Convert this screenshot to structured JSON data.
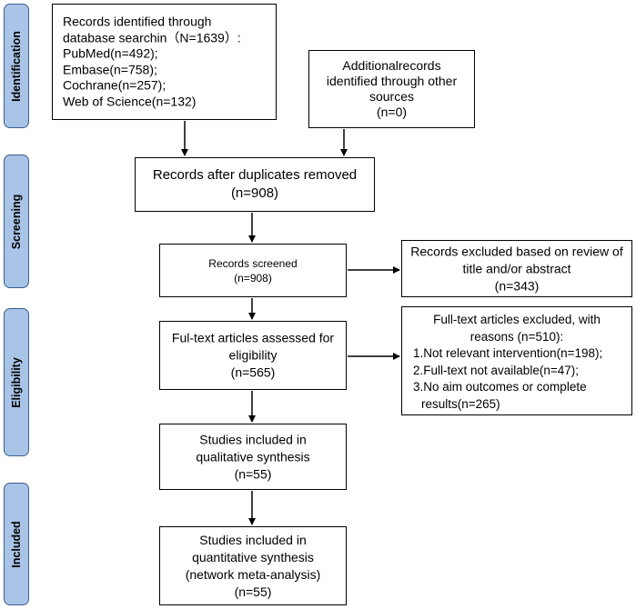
{
  "phases": {
    "identification": "Identification",
    "screening": "Screening",
    "eligibility": "Eligibility",
    "included": "Included"
  },
  "boxes": {
    "records_identified": [
      "Records identified through",
      "database searchin（N=1639）:",
      "PubMed(n=492);",
      "Embase(n=758);",
      "Cochrane(n=257);",
      "Web of Science(n=132)"
    ],
    "additional_records": [
      "Additionalrecords",
      "identified through other",
      "sources",
      "(n=0)"
    ],
    "after_duplicates": [
      "Records after duplicates removed",
      "(n=908)"
    ],
    "records_screened": [
      "Records screened",
      "(n=908)"
    ],
    "records_excluded": [
      "Records excluded based on review of",
      "title and/or abstract",
      "(n=343)"
    ],
    "fulltext_assessed": [
      "Ful-text articles assessed for",
      "eligibility",
      "(n=565)"
    ],
    "fulltext_excluded": [
      "Full-text articles excluded, with",
      "reasons (n=510):",
      "1.Not relevant intervention(n=198);",
      "2.Full-text not available(n=47);",
      "3.No aim outcomes or complete",
      "results(n=265)"
    ],
    "qualitative": [
      "Studies included in",
      "qualitative synthesis",
      "(n=55)"
    ],
    "quantitative": [
      "Studies included in",
      "quantitative synthesis",
      "(network meta-analysis)",
      "(n=55)"
    ]
  }
}
